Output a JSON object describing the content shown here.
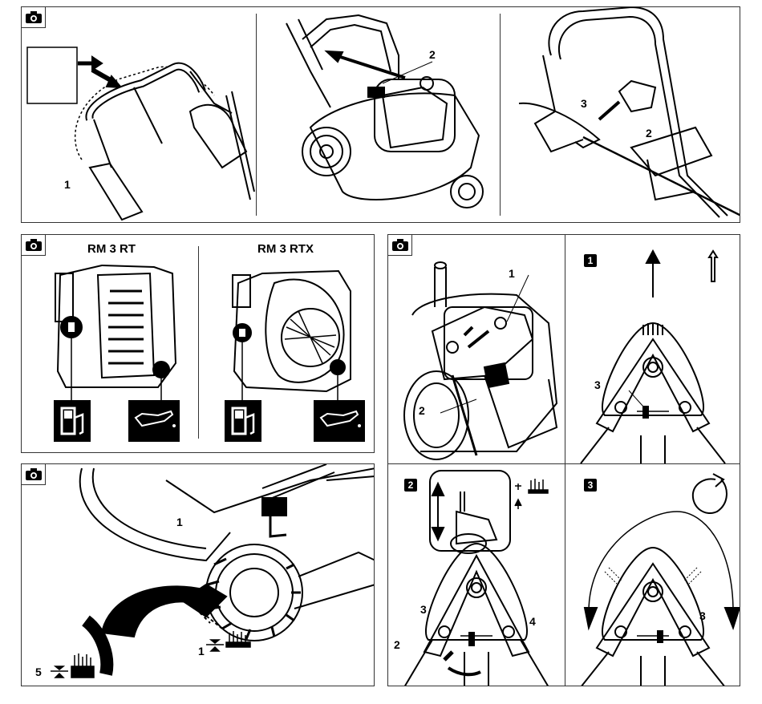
{
  "panel_a": {
    "icon": "camera-icon",
    "step1": {
      "callouts": [
        "1"
      ]
    },
    "step2": {
      "callouts": [
        "2"
      ]
    },
    "step3": {
      "callouts": [
        "3",
        "2"
      ]
    }
  },
  "panel_b": {
    "icon": "camera-icon",
    "model_left": "RM 3 RT",
    "model_right": "RM 3 RTX",
    "icons": [
      "fuel-tank-icon",
      "oil-can-icon"
    ]
  },
  "panel_c": {
    "icon": "camera-icon",
    "callouts": [
      "1",
      "1",
      "5"
    ]
  },
  "panel_d": {
    "icon": "camera-icon",
    "callouts_main": [
      "1",
      "2"
    ],
    "steps": [
      {
        "number": "1",
        "callouts": [
          "3"
        ]
      },
      {
        "number": "2",
        "callouts": [
          "3",
          "4",
          "2"
        ]
      },
      {
        "number": "3",
        "callouts": [
          "3"
        ]
      }
    ]
  },
  "colors": {
    "line": "#000000",
    "border": "#333333",
    "background": "#ffffff"
  }
}
